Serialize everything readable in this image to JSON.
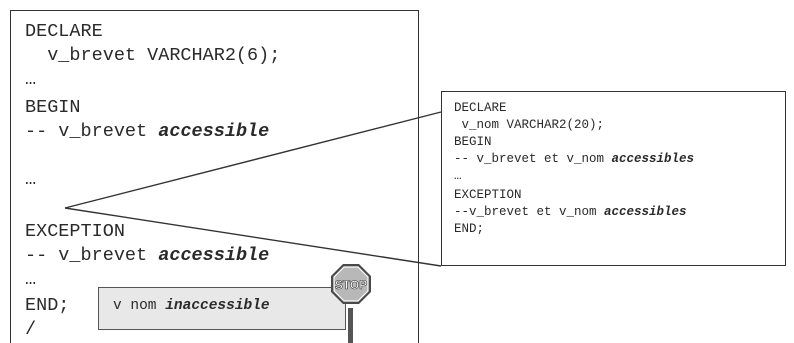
{
  "outer_block": {
    "lines": [
      {
        "plain": "DECLARE",
        "emph": ""
      },
      {
        "plain": "  v_brevet VARCHAR2(6);",
        "emph": ""
      },
      {
        "plain": "…",
        "emph": ""
      },
      {
        "plain": "BEGIN",
        "emph": ""
      },
      {
        "plain": "-- v_brevet ",
        "emph": "accessible"
      },
      {
        "plain": "…",
        "emph": ""
      },
      {
        "plain": "EXCEPTION",
        "emph": ""
      },
      {
        "plain": "-- v_brevet ",
        "emph": "accessible"
      },
      {
        "plain": "…",
        "emph": ""
      },
      {
        "plain": "END;",
        "emph": ""
      },
      {
        "plain": "/",
        "emph": ""
      }
    ]
  },
  "inner_block": {
    "lines": [
      {
        "plain": "DECLARE",
        "emph": ""
      },
      {
        "plain": " v_nom VARCHAR2(20);",
        "emph": ""
      },
      {
        "plain": "BEGIN",
        "emph": ""
      },
      {
        "plain": "-- v_brevet et v_nom ",
        "emph": "accessibles"
      },
      {
        "plain": "…",
        "emph": ""
      },
      {
        "plain": "EXCEPTION",
        "emph": ""
      },
      {
        "plain": "--v_brevet et v_nom ",
        "emph": "accessibles"
      },
      {
        "plain": "END;",
        "emph": ""
      }
    ]
  },
  "note": {
    "plain": "v nom ",
    "emph": "inaccessible"
  },
  "stop_sign": {
    "label": "STOP"
  },
  "colors": {
    "border": "#333333",
    "note_fill": "#e8e8e8",
    "stop_fill": "#b8b8b8",
    "text": "#2a2a2a"
  }
}
